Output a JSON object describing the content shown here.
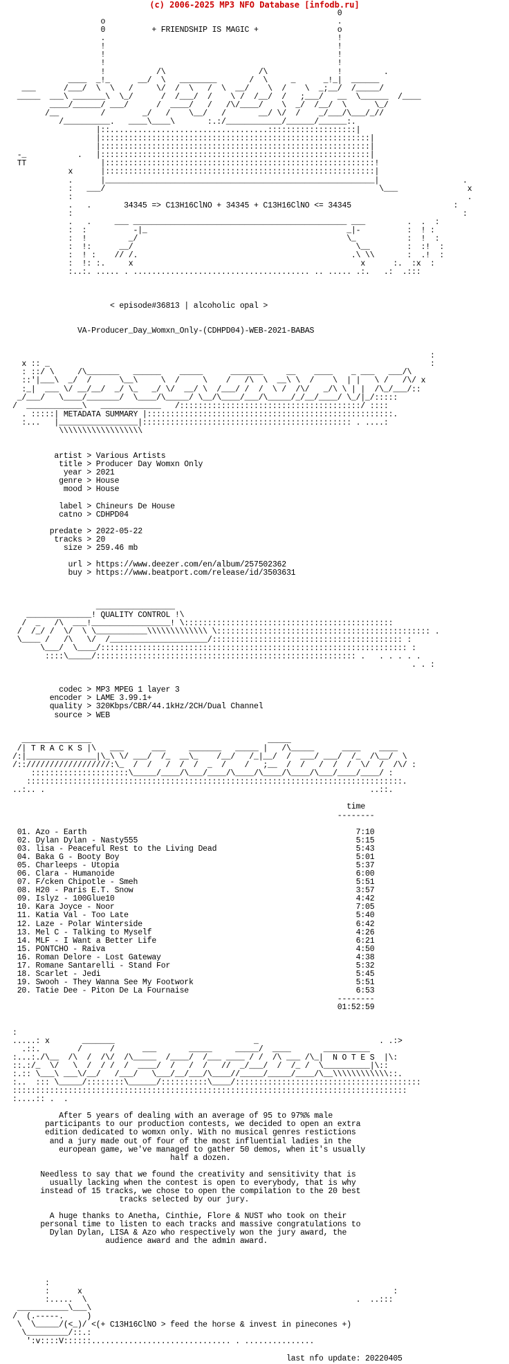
{
  "header": "(c) 2006-2025 MP3 NFO Database [infodb.ru]",
  "nfo": {
    "logo_top": [
      "                                                                      0",
      "                   o                                                  .",
      "                   0          + FRIENDSHIP IS MAGIC +                 o",
      "                   .                                                  !",
      "                   !                                                  !",
      "                   !                                                  !",
      "                   !                                                  !",
      "                   !           /\\                    /\\               !         .",
      "            ____  _!_      __/  \\   ________       /  \\     _      _!_|  ______",
      "  ___      /___/  \\  \\   /     \\/  /  \\   /  \\  __/    \\  /    \\  _;__/  /_____/",
      " _____  ___\\ _______\\  \\_/      /  /___/  /    \\ /  /__/  /   ;___/   __  \\______  /____",
      "        ____/______/ ___/      /  ____/   /   /\\/____/    \\  _/  /__/  \\      \\_/     ",
      "       /__         /        _/   /    \\__/   /       __/ \\/  /    _/___/\\___/_//  ",
      "          /__________.   ____\\____\\       :.:/____________/______/______:.       ",
      "                  |::..................................:::::::::::::::::::|",
      "                  |::::::::::::::::::::::::::::::::::::::::::::::::::::::::::|",
      "                  |::::::::::::::::::::::::::::::::::::::::::::::::::::::::::|",
      " -_           .   |::::::::::::::::::::::::::::::::::::::::::::::::::::::::::|",
      " TT                |::::::::::::::::::::::::::::::::::::::::::::::::::::::::::!",
      "            x      |::::::::::::::::::::::::::::::::::::::::::::::::::::::::::|",
      "            .      |__________________________________________________________|                  .",
      "            :   ___/                                                           \\___               x",
      "            :                                                                                     .",
      "            .   .       34345 => C13H16ClNO + 34345 + C13H16ClNO <= 34345                      :",
      "            :                                                                                    :",
      "            .   .     ___ ______________________________________________ ___         .  .  :",
      "            :  :          -|_                                           _|-          :  ! :",
      "            :  !         _/                                             \\_           :  !  :",
      "            :  !:      __/                                                \\__        :  :!  :",
      "            :  ! :    // /.                                              .\\ \\\\       :  .!  :",
      "            :  !: :.     x                                                 x      :.  :x  :",
      "            :..:. ..... . ...................................... .. ..... .:.   .:  .:::"
    ],
    "episode": "< episode#36813 | alcoholic opal >",
    "release": "VA-Producer_Day_Womxn_Only-(CDHPD04)-WEB-2021-BABAS",
    "metadata_logo": [
      "                                                                                          :",
      "  x :: _                                                                                  :",
      "  : ::/ \\     /\\_______   ______    _____      _______     __    ____    _ ___   ___/\\",
      "  ::'|___\\  _/  /      \\__\\     \\  /     \\    /   /\\  \\  __\\ \\  /    \\  | |   \\ /   /\\/ x",
      "  :_|  ___ \\/ __/__/  _/ \\_   _/ \\/  __/ \\  /___/ /  /  \\ /  /\\/   _/\\ \\ | |  /\\_/___/::",
      " _/___/   \\____/_______/  \\____/\\_____/ \\__/\\____/___/\\_____/_/__/____/ \\_/|_/::::: ",
      "/  ____________\\   _____________   /:::::::::::::::::::::::::::::::::::::::/ ::::",
      "  . :::::| METADATA SUMMARY |:::::::::::::::::::::::::::::::::::::::::::::::::::::.",
      "  :...   |_________________|::::::::::::::::::::::::::::::::::::::::::::: . ....:",
      "          \\\\\\\\\\\\\\\\\\\\\\\\\\\\\\\\\\\\"
    ],
    "metadata": [
      "         artist > Various Artists",
      "          title > Producer Day Womxn Only",
      "           year > 2021",
      "          genre > House",
      "           mood > House",
      "",
      "          label > Chineurs De House",
      "          catno > CDHPD04",
      "",
      "        predate > 2022-05-22",
      "         tracks > 20",
      "           size > 259.46 mb",
      "",
      "            url > https://www.deezer.com/en/album/257502362",
      "            buy > https://www.beatport.com/release/id/3503631"
    ],
    "quality_logo": [
      "                  _________________",
      "   ______________! QUALITY CONTROL !\\",
      "  /  _   /\\  ___!_________________! \\:::::::::::::::::::::::::::::::::::::::::::::",
      " /  /_/ /  \\/  \\ \\___________\\\\\\\\\\\\\\\\\\\\\\\\\\ \\:::::::::::::::::::::::::::::::::::::::::::::: .",
      " \\____ /   /\\   \\/  /_____________________/::::::::::::::::::::::::::::::::::::::::: :",
      "      \\___/  \\____/:::::::::::::::::::::::::::::::::::::::::::::::::::::::::::::::::: :",
      "       ::::\\_____/:::::::::::::::::::::::::::::::::::::::::::::::::::::::: .   . . . . .",
      "                                                                                      . . :"
    ],
    "quality": [
      "          codec > MP3 MPEG 1 layer 3",
      "        encoder > LAME 3.99.1+",
      "        quality > 320Kbps/CBR/44.1kHz/2CH/Dual Channel",
      "         source > WEB"
    ],
    "tracks_logo": [
      "  _______________                                      _____",
      " /| T R A C K S |\\   ___      ___     _______   _____ |   /\\_____      ____    ____",
      "/:|_______________|\\_\\ \\/ ___/  /_  __\\_    /__/   /_|__/  /  ___/ ___/  /_  /\\__/  \\",
      "/:://////////////////:\\_  /  /   /  /  /  _  /    /   ;__  /  /   /  /  /  \\/  /  /\\/ :",
      "    :::::::::::::::::::::\\_____/____/\\___/____/\\____/\\____/\\____/\\___/____/____/ :",
      "   :::::::::::::::::::::::::::::::::::::::::::::::::::::::::::::::::::::::::::::::::.",
      "..:.. .                                                                      ..::."
    ],
    "tracks_header": "                                                                        time",
    "tracks_rule": "                                                                      --------",
    "tracks": [
      " 01. Azo - Earth                                                          7:10",
      " 02. Dylan Dylan - Nasty555                                               5:15",
      " 03. lisa - Peaceful Rest to the Living Dead                              5:43",
      " 04. Baka G - Booty Boy                                                   5:01",
      " 05. Charleeps - Utopia                                                   5:37",
      " 06. Clara - Humanoide                                                    6:00",
      " 07. F/cken Chipotle - Smeh                                               5:51",
      " 08. H20 - Paris E.T. Snow                                                3:57",
      " 09. Islyz - 100Glue10                                                    4:42",
      " 10. Kara Joyce - Noor                                                    7:05",
      " 11. Katia Val - Too Late                                                 5:40",
      " 12. Laze - Polar Winterside                                              6:42",
      " 13. Mel C - Talking to Myself                                            4:26",
      " 14. MLF - I Want a Better Life                                           6:21",
      " 15. PONTCHO - Raiva                                                      4:50",
      " 16. Roman Delore - Lost Gateway                                          4:38",
      " 17. Romane Santarelli - Stand For                                        5:32",
      " 18. Scarlet - Jedi                                                       5:45",
      " 19. Swooh - They Wanna See My Footwork                                   5:51",
      " 20. Tatie Dee - Piton De La Fournaise                                    6:53"
    ],
    "tracks_total_rule": "                                                                      --------",
    "tracks_total": "                                                                      01:52:59",
    "notes_logo": [
      ":",
      ".....: x       _______                              _                          . .:>",
      "  .::.        /      /      ___       _____     _____/  ____       __________",
      ":...:./\\__  /\\  /  /\\/  /\\_____  /____/  /___ ____ / /  /\\ ___ /\\_|  N O T E S  |\\:",
      "::.:/_  \\/   \\  /  / /  /  ____/  /   /  /   //  _/___/  /  /_ /  \\__________|\\::",
      ":.:: \\___\\ ___\\/__/   /___/   \\___/__/___/\\____//_____/_____/____/\\__\\\\\\\\\\\\\\\\\\\\\\\\::.",
      ":..  ::: \\_____/::::::::\\______/::::::::::\\____/::::::::::::::::::::::::::::::::::::::::",
      ":::::::::::::::::::::::::::::::::::::::::::::::::::::::::::::::::::::::::::::::::::::",
      ":....:: .  ."
    ],
    "notes": [
      "",
      "          After 5 years of dealing with an average of 95 to 97%% male",
      "       participants to our production contests, we decided to open an extra",
      "       edition dedicated to womxn only. With no musical genres restictions",
      "        and a jury made out of four of the most influential ladies in the",
      "          european game, we've managed to gather 50 demos, when it's usually",
      "                                  half a dozen.",
      "",
      "      Needless to say that we found the creativity and sensitivity that is",
      "        usually lacking when the contest is open to everybody, that is why",
      "      instead of 15 tracks, we chose to open the compilation to the 20 best",
      "                       tracks selected by our jury.",
      "",
      "        A huge thanks to Anetha, Cinthie, Flore & NUST who took on their",
      "      personal time to listen to each tracks and massive congratulations to",
      "        Dylan Dylan, LISA & Azo who respectively won the jury award, the",
      "                    audience award and the admin award."
    ],
    "footer_art": [
      "",
      "",
      "       :",
      "       :      x                                                                   :",
      "       :.....  \\                                                          .  ..:::",
      " ___________\\___\\",
      "/  (.-----.     )",
      " \\  \\_____/(<_)/ <(+ C13H16ClNO > feed the horse & invest in pinecones +)",
      "  \\_________/::.:",
      "   ':v::::V::::::.............................. . ...............",
      "",
      "                                                           last nfo update: 20220405"
    ]
  }
}
